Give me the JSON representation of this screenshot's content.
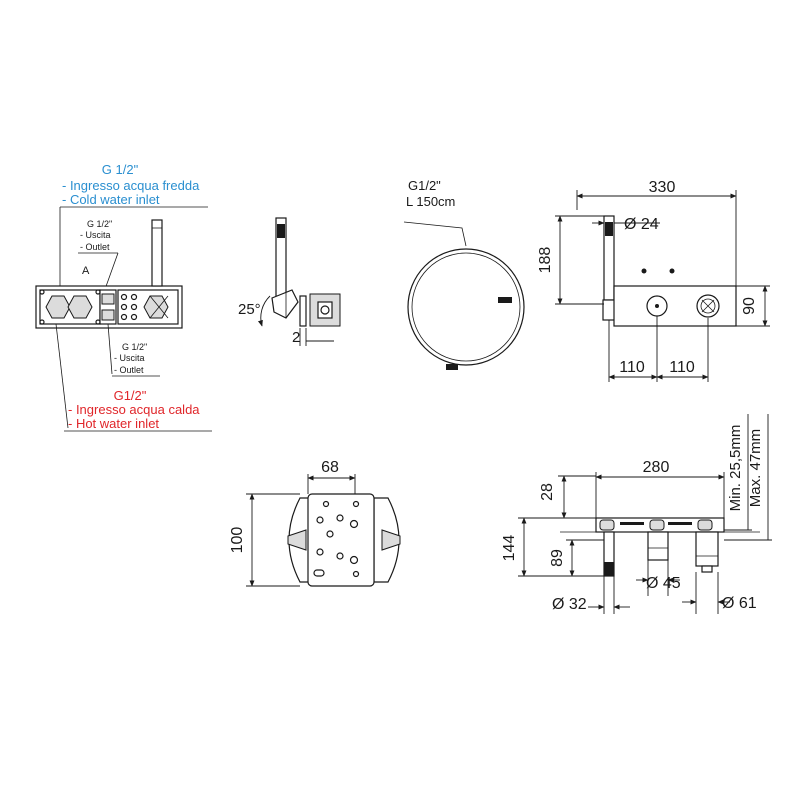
{
  "inlet_left": {
    "cold": {
      "thread": "G 1/2\"",
      "line_it": "- Ingresso acqua fredda",
      "line_en": "- Cold water inlet",
      "color": "#2a8fd0"
    },
    "outlet_top": {
      "thread": "G 1/2\"",
      "line_it": "- Uscita",
      "line_en": "- Outlet"
    },
    "detail_letter": "A",
    "outlet_bottom": {
      "thread": "G 1/2\"",
      "line_it": "- Uscita",
      "line_en": "- Outlet"
    },
    "hot": {
      "thread": "G1/2\"",
      "line_it": "- Ingresso acqua calda",
      "line_en": "- Hot water inlet",
      "color": "#e0262a"
    }
  },
  "side_view": {
    "angle": "25°",
    "depth": "2"
  },
  "hose": {
    "thread": "G1/2\"",
    "length": "L 150cm"
  },
  "front_view": {
    "width": "330",
    "spout_height": "188",
    "diameter": "Ø 24",
    "plate_height": "90",
    "spacing_left": "110",
    "spacing_right": "110"
  },
  "box_view": {
    "width": "68",
    "height": "100"
  },
  "top_view": {
    "width": "280",
    "min": "Min. 25,5mm",
    "max": "Max. 47mm",
    "depth_28": "28",
    "depth_144": "144",
    "depth_89": "89",
    "diameter_45": "Ø 45",
    "diameter_32": "Ø 32",
    "diameter_61": "Ø 61"
  }
}
